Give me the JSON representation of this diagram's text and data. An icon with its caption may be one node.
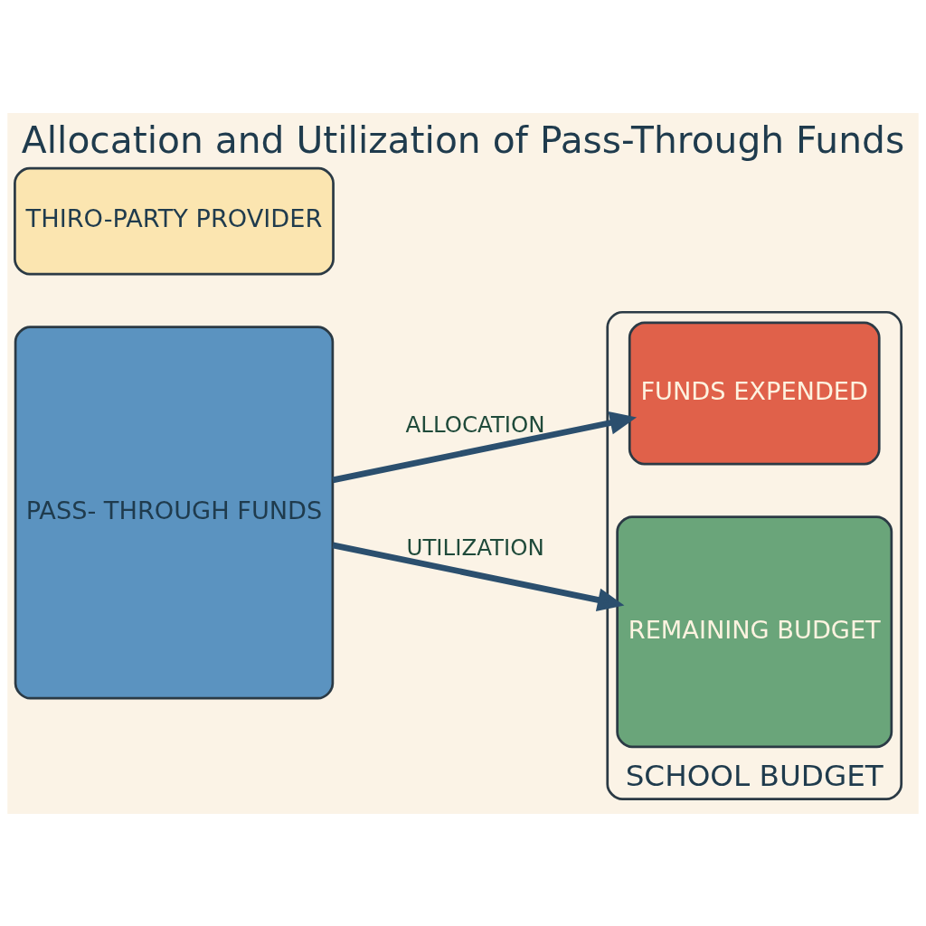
{
  "diagram": {
    "title": "Allocation and Utilization of Pass-Through Funds",
    "nodes": [
      {
        "text": [
          "PASS- THROUGH FUNDS"
        ]
      },
      {
        "text": [
          "THIRO-PARTY PROVIDER"
        ]
      },
      {
        "text": [
          "SCHOOL BUDGET"
        ]
      },
      {
        "text": [
          "FUNDS EXPENDED"
        ],
        "in": 2
      },
      {
        "text": [
          "REMAINING BUDGET"
        ],
        "in": 2
      }
    ],
    "edges": [
      {
        "from": 0,
        "to": 3,
        "arrow": "to",
        "label": "ALLOCATION"
      },
      {
        "from": 0,
        "to": 4,
        "arrow": "to",
        "label": "UTILIZATION"
      }
    ]
  }
}
